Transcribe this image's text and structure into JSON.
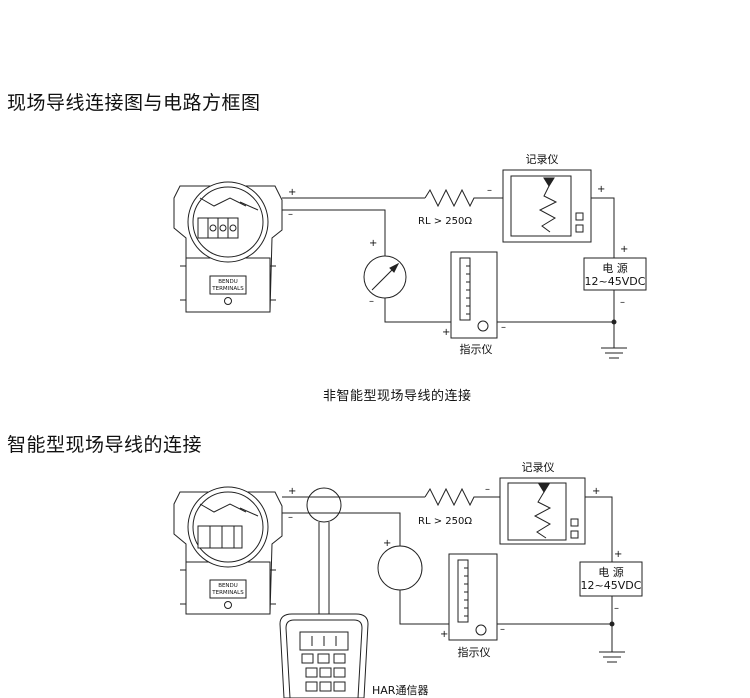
{
  "section1": {
    "heading": "现场导线连接图与电路方框图",
    "caption": "非智能型现场导线的连接",
    "recorder_label": "记录仪",
    "indicator_label": "指示仪",
    "resistor_label": "RL > 250Ω",
    "power_label_line1": "电 源",
    "power_label_line2": "12~45VDC",
    "transmitter_label_line1": "BENDU",
    "transmitter_label_line2": "TERMINALS",
    "plus": "+",
    "minus": "–"
  },
  "section2": {
    "heading": "智能型现场导线的连接",
    "recorder_label": "记录仪",
    "indicator_label": "指示仪",
    "resistor_label": "RL > 250Ω",
    "power_label_line1": "电 源",
    "power_label_line2": "12~45VDC",
    "communicator_label": "HAR通信器",
    "transmitter_label_line1": "BENDU",
    "transmitter_label_line2": "TERMINALS",
    "plus": "+",
    "minus": "–"
  }
}
